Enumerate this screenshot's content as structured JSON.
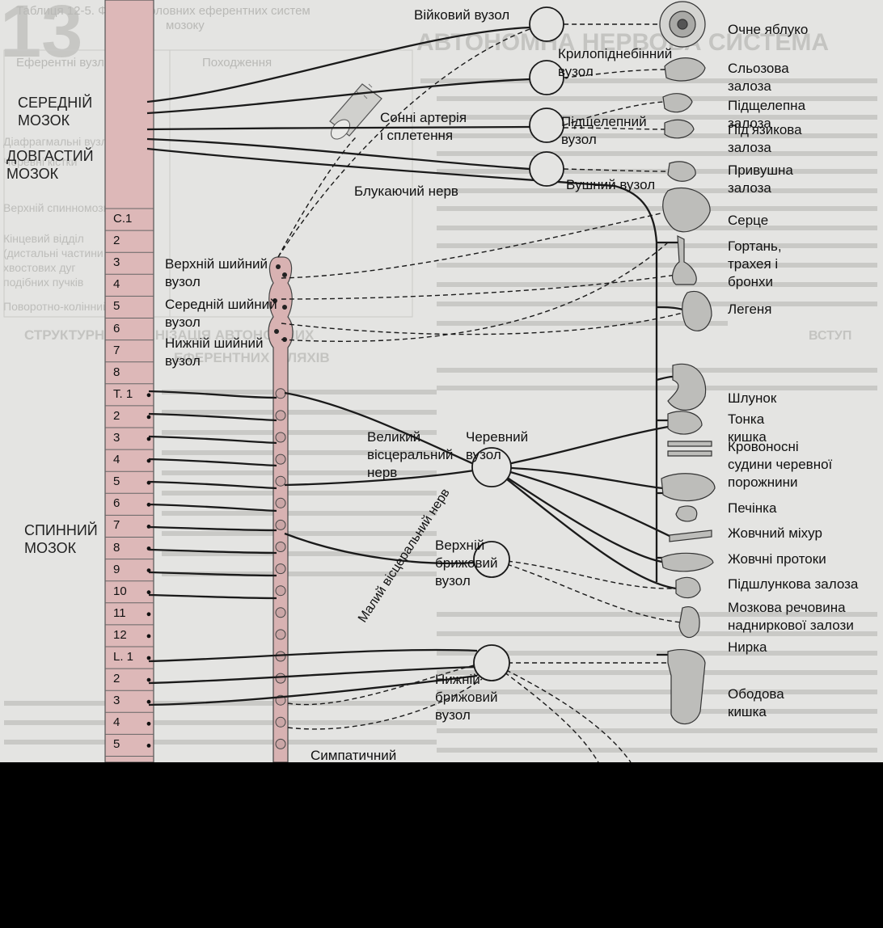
{
  "colors": {
    "page": "#e4e4e2",
    "cord": "#ddb8b8",
    "chain": "#d8b2b2",
    "line": "#1a1a1a",
    "background_text": "#b9b9b6",
    "outside": "#000000"
  },
  "background": {
    "chapter_number": "13",
    "table_caption": "Таблиця 12-5. Функція головних еферентних систем",
    "table_caption_2": "мозоку",
    "table_header": [
      "Еферентні вузлові",
      "Походження"
    ],
    "left_rows": [
      "Діафрагмальні вузли",
      "Черевні кістки",
      "Верхній спинномозковий",
      "Кінцевий відділ",
      "(дистальні частини",
      "хвостових дуг",
      "подібних пучків",
      "Поворотно-колінний"
    ],
    "heading_1": "АВТОНОМНА НЕРВОВА СИСТЕМА",
    "heading_2": "СТРУКТУРНА ОРГАНІЗАЦІЯ АВТОНОМНИХ",
    "heading_3": "ЕФЕРЕНТНИХ ШЛЯХІВ",
    "heading_4": "ВСТУП"
  },
  "cns": {
    "midbrain": "СЕРЕДНІЙ\nМОЗОК",
    "medulla": "ДОВГАСТИЙ\nМОЗОК",
    "spinal_cord": "СПИННИЙ\nМОЗОК"
  },
  "segments": [
    "C.1",
    "2",
    "3",
    "4",
    "5",
    "6",
    "7",
    "8",
    "T. 1",
    "2",
    "3",
    "4",
    "5",
    "6",
    "7",
    "8",
    "9",
    "10",
    "11",
    "12",
    "L. 1",
    "2",
    "3",
    "4",
    "5"
  ],
  "ganglia": {
    "ciliary": "Війковий вузол",
    "pterygopalatine": "Крилопіднебінний\nвузол",
    "submandibular": "Підщелепний\nвузол",
    "otic": "Вушний вузол",
    "carotid": "Сонні артерія\nі сплетення",
    "vagus": "Блукаючий нерв",
    "superior_cervical": "Верхній шийний\nвузол",
    "middle_cervical": "Середній шийний\nвузол",
    "inferior_cervical": "Нижній шийний\nвузол",
    "celiac": "Черевний\nвузол",
    "greater_splanchnic": "Великий\nвісцеральний\nнерв",
    "lesser_splanchnic": "Малий вісцеральний нерв",
    "superior_mesenteric": "Верхній\nбрижовий\nвузол",
    "inferior_mesenteric": "Нижній\nбрижовий\nвузол",
    "sympathetic_trunk": "Симпатичний"
  },
  "organs": [
    "Очне яблуко",
    "Сльозова\nзалоза",
    "Підщелепна\nзалоза",
    "Під’язикова\nзалоза",
    "Привушна\nзалоза",
    "Серце",
    "Гортань,\nтрахея і\nбронхи",
    "Легеня",
    "Шлунок",
    "Тонка\nкишка",
    "Кровоносні\nсудини черевної\nпорожнини",
    "Печінка",
    "Жовчний міхур",
    "Жовчні протоки",
    "Підшлункова залоза",
    "Мозкова речовина\nнадниркової залози",
    "Нирка",
    "Ободова\nкишка"
  ]
}
